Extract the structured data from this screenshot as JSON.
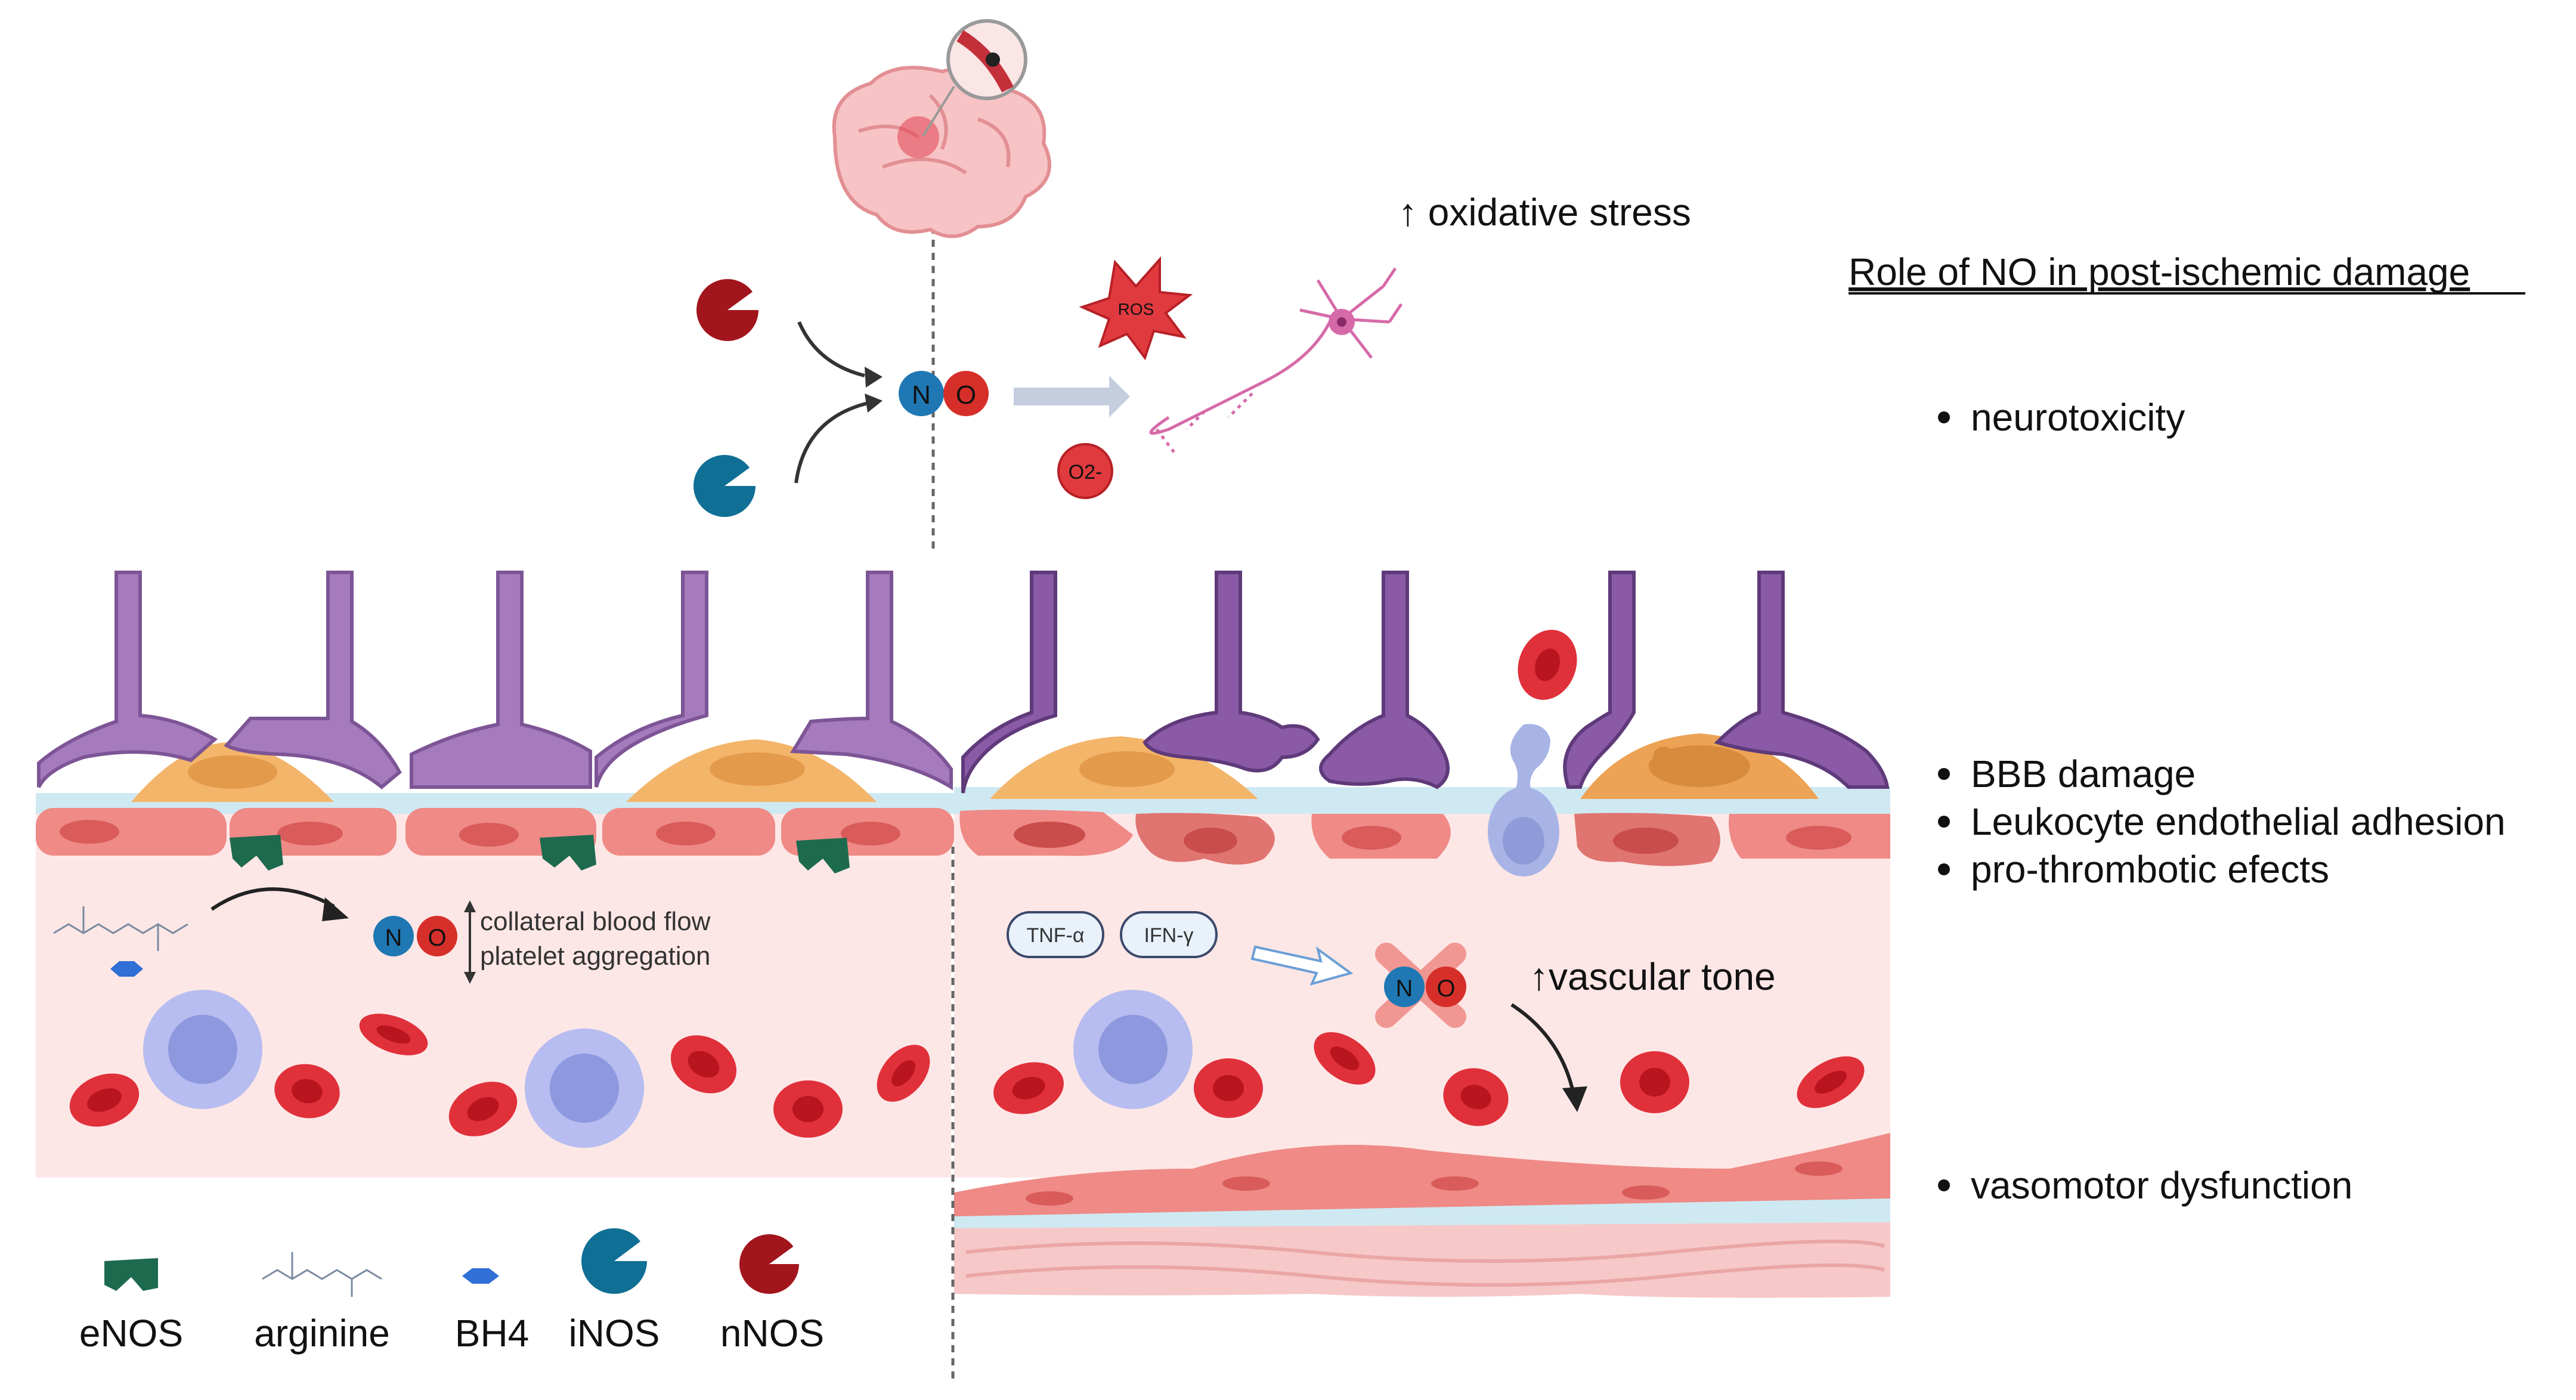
{
  "title": "Role of NO in post-ischemic damage",
  "top": {
    "oxidative_stress": "↑ oxidative stress",
    "ros_label": "ROS",
    "superoxide_label": "O2-",
    "no_n": "N",
    "no_o": "O"
  },
  "left_panel": {
    "collateral_flow": "collateral blood flow",
    "platelet_aggregation": "platelet aggregation",
    "no_n": "N",
    "no_o": "O"
  },
  "right_panel": {
    "tnf": "TNF-α",
    "ifn": "IFN-γ",
    "vascular_tone": "↑vascular tone",
    "no_n": "N",
    "no_o": "O"
  },
  "effects": [
    "neurotoxicity",
    "BBB damage",
    "Leukocyte endothelial adhesion",
    "pro-thrombotic efects",
    "vasomotor dysfunction"
  ],
  "legend": [
    {
      "label": "eNOS",
      "color": "#1d6a4e"
    },
    {
      "label": "arginine",
      "color": "#7a8aa0"
    },
    {
      "label": "BH4",
      "color": "#2f6fd6"
    },
    {
      "label": "iNOS",
      "color": "#0f6f95"
    },
    {
      "label": "nNOS",
      "color": "#a3151c"
    }
  ],
  "colors": {
    "vessel_bg": "#fde7e6",
    "astrocyte": "#a67bbd",
    "pericyte": "#f3b56a",
    "endothelium": "#ef8a86",
    "rbc": "#e0303a",
    "leukocyte": "#b7bdf0",
    "no_blue": "#1f78b4",
    "no_red": "#d62f2a"
  }
}
